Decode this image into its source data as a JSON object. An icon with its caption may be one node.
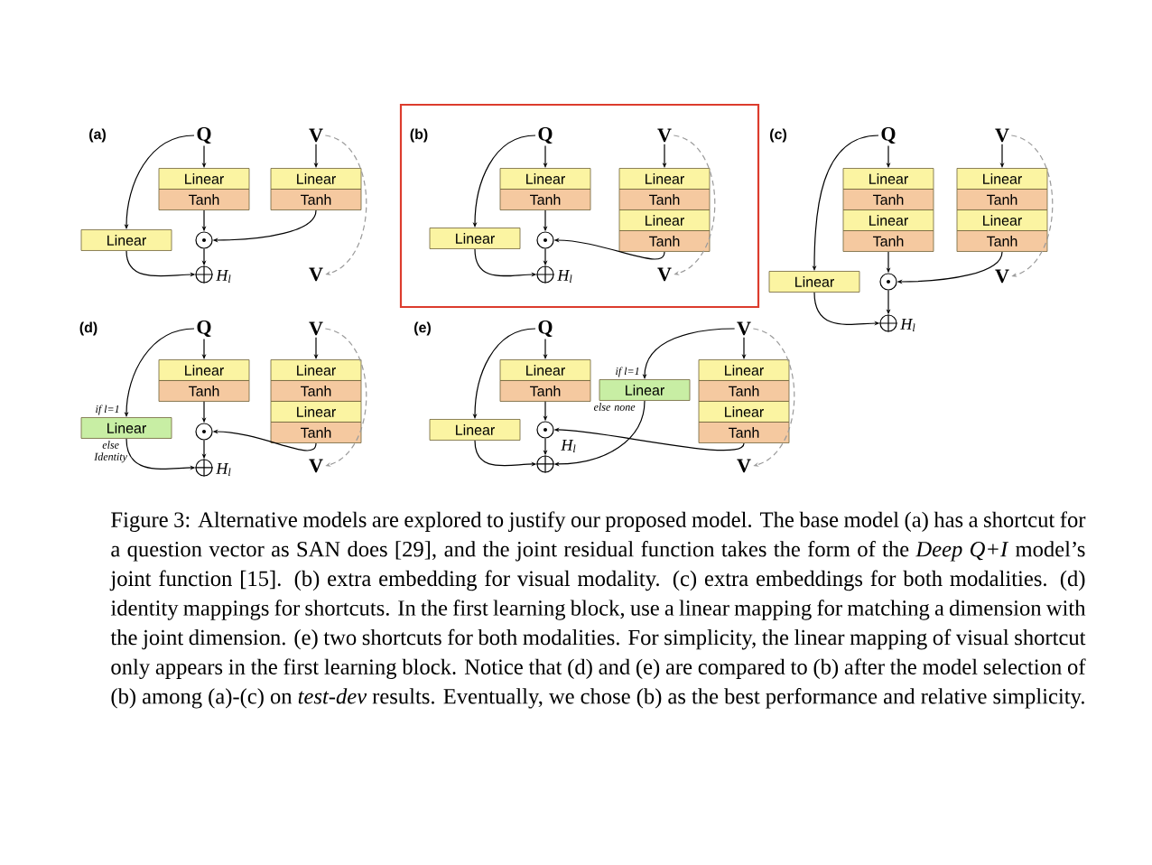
{
  "diagram": {
    "caption": "Figure 3: Alternative models are explored to justify our proposed model. The base model (a) has a shortcut for a question vector as SAN does [29], and the joint residual function takes the form of the *Deep Q+I* model’s joint function [15]. (b) extra embedding for visual modality. (c) extra embeddings for both modalities. (d) identity mappings for shortcuts. In the first learning block, use a linear mapping for matching a dimension with the joint dimension. (e) two shortcuts for both modalities. For simplicity, the linear mapping of visual shortcut only appears in the first learning block. Notice that (d) and (e) are compared to (b) after the model selection of (b) among (a)-(c) on *test-dev* results. Eventually, we chose (b) as the best performance and relative simplicity.",
    "nodes": [
      {
        "text": [
          "Q"
        ]
      },
      {
        "text": [
          "V"
        ]
      },
      {
        "text": [
          "Linear"
        ]
      },
      {
        "text": [
          "Tanh"
        ]
      },
      {
        "text": [
          "Linear"
        ]
      },
      {
        "text": [
          "Tanh"
        ]
      },
      {
        "text": [
          "Linear"
        ]
      },
      {
        "text": [],
        "shape": "circle"
      },
      {
        "text": [],
        "shape": "circle",
        "beside": [
          "H$_{l}$"
        ]
      },
      {
        "text": [
          "V"
        ]
      },
      {
        "text": [
          "Q"
        ]
      },
      {
        "text": [
          "V"
        ]
      },
      {
        "text": [
          "Linear"
        ]
      },
      {
        "text": [
          "Tanh"
        ]
      },
      {
        "text": [
          "Linear"
        ]
      },
      {
        "text": [
          "Tanh"
        ]
      },
      {
        "text": [
          "Linear"
        ]
      },
      {
        "text": [
          "Tanh"
        ]
      },
      {
        "text": [
          "Linear"
        ]
      },
      {
        "text": [],
        "shape": "circle"
      },
      {
        "text": [],
        "shape": "circle",
        "beside": [
          "H$_{l}$"
        ]
      },
      {
        "text": [
          "V"
        ]
      },
      {
        "text": [
          "Q"
        ]
      },
      {
        "text": [
          "V"
        ]
      },
      {
        "text": [
          "Linear"
        ]
      },
      {
        "text": [
          "Tanh"
        ]
      },
      {
        "text": [
          "Linear"
        ]
      },
      {
        "text": [
          "Tanh"
        ]
      },
      {
        "text": [
          "Linear"
        ]
      },
      {
        "text": [
          "Tanh"
        ]
      },
      {
        "text": [
          "Linear"
        ]
      },
      {
        "text": [
          "Tanh"
        ]
      },
      {
        "text": [
          "Linear"
        ]
      },
      {
        "text": [],
        "shape": "circle"
      },
      {
        "text": [],
        "shape": "circle",
        "beside": [
          "H$_{l}$"
        ]
      },
      {
        "text": [
          "V"
        ]
      },
      {
        "text": [
          "Q"
        ]
      },
      {
        "text": [
          "V"
        ]
      },
      {
        "text": [
          "Linear"
        ]
      },
      {
        "text": [
          "Tanh"
        ]
      },
      {
        "text": [
          "Linear"
        ]
      },
      {
        "text": [
          "Tanh"
        ]
      },
      {
        "text": [
          "Linear"
        ]
      },
      {
        "text": [
          "Tanh"
        ]
      },
      {
        "text": [
          "Linear"
        ],
        "beside": [
          "if l=1",
          "else Identity"
        ]
      },
      {
        "text": [],
        "shape": "circle"
      },
      {
        "text": [],
        "shape": "circle",
        "beside": [
          "H$_{l}$"
        ]
      },
      {
        "text": [
          "V"
        ]
      },
      {
        "text": [
          "Q"
        ]
      },
      {
        "text": [
          "V"
        ]
      },
      {
        "text": [
          "Linear"
        ]
      },
      {
        "text": [
          "Tanh"
        ]
      },
      {
        "text": [
          "Linear"
        ],
        "beside": [
          "if l=1",
          "else none"
        ]
      },
      {
        "text": [
          "Linear"
        ]
      },
      {
        "text": [
          "Tanh"
        ]
      },
      {
        "text": [
          "Linear"
        ]
      },
      {
        "text": [
          "Tanh"
        ]
      },
      {
        "text": [
          "Linear"
        ]
      },
      {
        "text": [],
        "shape": "circle"
      },
      {
        "text": [],
        "shape": "circle",
        "beside": [
          "H$_{l}$"
        ]
      },
      {
        "text": [
          "V"
        ]
      }
    ],
    "edges": [
      {
        "from": 0,
        "to": 2,
        "arrow": "to"
      },
      {
        "from": 1,
        "to": 4,
        "arrow": "to"
      },
      {
        "from": 0,
        "to": 6,
        "arrow": "to"
      },
      {
        "from": 3,
        "to": 7,
        "arrow": "to"
      },
      {
        "from": 5,
        "to": 7,
        "arrow": "to"
      },
      {
        "from": 7,
        "to": 8,
        "arrow": "to"
      },
      {
        "from": 6,
        "to": 8,
        "arrow": "to"
      },
      {
        "from": 1,
        "to": 9,
        "arrow": "to",
        "style": "dashed",
        "color": "#9a9a9a"
      },
      {
        "from": 10,
        "to": 12,
        "arrow": "to"
      },
      {
        "from": 11,
        "to": 14,
        "arrow": "to"
      },
      {
        "from": 10,
        "to": 18,
        "arrow": "to"
      },
      {
        "from": 13,
        "to": 19,
        "arrow": "to"
      },
      {
        "from": 17,
        "to": 19,
        "arrow": "to"
      },
      {
        "from": 19,
        "to": 20,
        "arrow": "to"
      },
      {
        "from": 18,
        "to": 20,
        "arrow": "to"
      },
      {
        "from": 11,
        "to": 21,
        "arrow": "to",
        "style": "dashed",
        "color": "#9a9a9a"
      },
      {
        "from": 22,
        "to": 24,
        "arrow": "to"
      },
      {
        "from": 23,
        "to": 28,
        "arrow": "to"
      },
      {
        "from": 22,
        "to": 32,
        "arrow": "to"
      },
      {
        "from": 27,
        "to": 33,
        "arrow": "to"
      },
      {
        "from": 31,
        "to": 33,
        "arrow": "to"
      },
      {
        "from": 33,
        "to": 34,
        "arrow": "to"
      },
      {
        "from": 32,
        "to": 34,
        "arrow": "to"
      },
      {
        "from": 23,
        "to": 35,
        "arrow": "to",
        "style": "dashed",
        "color": "#9a9a9a"
      },
      {
        "from": 36,
        "to": 38,
        "arrow": "to"
      },
      {
        "from": 37,
        "to": 40,
        "arrow": "to"
      },
      {
        "from": 36,
        "to": 44,
        "arrow": "to"
      },
      {
        "from": 39,
        "to": 45,
        "arrow": "to"
      },
      {
        "from": 43,
        "to": 45,
        "arrow": "to"
      },
      {
        "from": 45,
        "to": 46,
        "arrow": "to"
      },
      {
        "from": 44,
        "to": 46,
        "arrow": "to"
      },
      {
        "from": 37,
        "to": 47,
        "arrow": "to",
        "style": "dashed",
        "color": "#9a9a9a"
      },
      {
        "from": 48,
        "to": 50,
        "arrow": "to"
      },
      {
        "from": 49,
        "to": 53,
        "arrow": "to"
      },
      {
        "from": 48,
        "to": 57,
        "arrow": "to"
      },
      {
        "from": 51,
        "to": 58,
        "arrow": "to"
      },
      {
        "from": 56,
        "to": 58,
        "arrow": "to"
      },
      {
        "from": 58,
        "to": 59,
        "arrow": "to"
      },
      {
        "from": 57,
        "to": 59,
        "arrow": "to"
      },
      {
        "from": 49,
        "to": 52,
        "arrow": "to"
      },
      {
        "from": 52,
        "to": 59,
        "arrow": "to"
      },
      {
        "from": 49,
        "to": 60,
        "arrow": "to",
        "style": "dashed",
        "color": "#9a9a9a"
      }
    ],
    "labels": [
      "(a)",
      "(b)",
      "(c)",
      "(d)",
      "(e)"
    ]
  }
}
